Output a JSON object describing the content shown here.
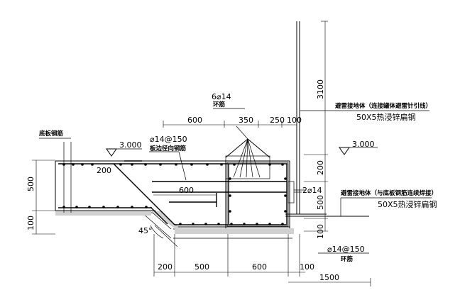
{
  "labels": {
    "ring_bars_top": "6⌀14",
    "ring_bars_top_sub": "环筋",
    "slab_radial": "⌀14@150",
    "slab_radial_sub": "板边径向钢筋",
    "bottom_rebar": "底板钢筋",
    "side_bars": "2⌀14",
    "stirrup": "⌀14@150",
    "stirrup_sub": "环筋",
    "lightning_top": "避雷接地体（连接罐体避雷针引线）",
    "lightning_top_sub": "50X5热浸锌扁钢",
    "lightning_bottom": "避雷接地体（与底板钢筋连续焊接）",
    "lightning_bottom_sub": "50X5热浸锌扁钢",
    "angle": "45°"
  },
  "levels": {
    "left": "3.000",
    "right": "3.000"
  },
  "dims": {
    "top_600": "600",
    "top_350": "350",
    "top_250": "250",
    "top_100": "100",
    "inner_200": "200",
    "inner_600": "600",
    "left_500": "500",
    "left_100": "100",
    "bot_200": "200",
    "bot_500": "500",
    "bot_600": "600",
    "bot_100": "100",
    "bot_1500": "1500",
    "right_3100": "3100",
    "right_200": "200",
    "right_500": "500",
    "right_100": "100"
  }
}
